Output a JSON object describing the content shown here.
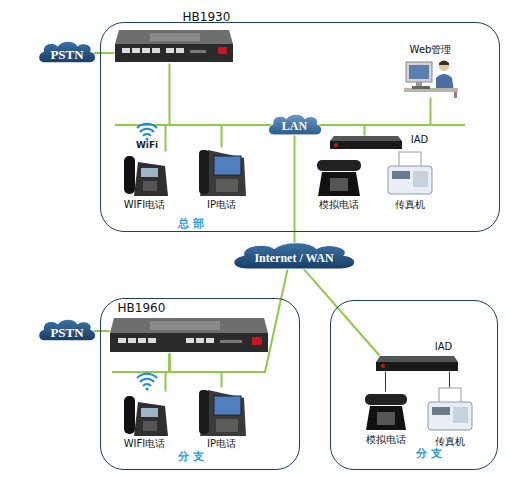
{
  "diagram": {
    "nodes": [
      {
        "text": [
          "总 部"
        ]
      },
      {
        "text": [
          "PSTN"
        ]
      },
      {
        "text": [
          "HB1930"
        ],
        "in": 0
      },
      {
        "text": [
          "Web管理"
        ],
        "in": 0
      },
      {
        "text": [
          "LAN"
        ],
        "in": 0
      },
      {
        "text": [
          "IAD"
        ],
        "in": 0
      },
      {
        "text": [
          "WIFI电话"
        ],
        "in": 0
      },
      {
        "text": [
          "IP电话"
        ],
        "in": 0
      },
      {
        "text": [
          "模拟电话"
        ],
        "in": 0
      },
      {
        "text": [
          "传真机"
        ],
        "in": 0
      },
      {
        "text": [
          "Internet / WAN"
        ]
      },
      {
        "text": [
          "分 支"
        ]
      },
      {
        "text": [
          "PSTN"
        ]
      },
      {
        "text": [
          "HB1960"
        ],
        "in": 11
      },
      {
        "text": [
          "WIFI电话"
        ],
        "in": 11
      },
      {
        "text": [
          "IP电话"
        ],
        "in": 11
      },
      {
        "text": [
          "分 支"
        ]
      },
      {
        "text": [
          "IAD"
        ],
        "in": 16
      },
      {
        "text": [
          "模拟电话"
        ],
        "in": 16
      },
      {
        "text": [
          "传真机"
        ],
        "in": 16
      }
    ],
    "edges": [
      {
        "from": 1,
        "to": 2,
        "arrow": "none"
      },
      {
        "from": 2,
        "to": 4,
        "arrow": "none"
      },
      {
        "from": 3,
        "to": 4,
        "arrow": "none"
      },
      {
        "from": 4,
        "to": 5,
        "arrow": "none"
      },
      {
        "from": 4,
        "to": 6,
        "arrow": "none"
      },
      {
        "from": 4,
        "to": 7,
        "arrow": "none"
      },
      {
        "from": 4,
        "to": 10,
        "arrow": "none"
      },
      {
        "from": 10,
        "to": 13,
        "arrow": "none"
      },
      {
        "from": 13,
        "to": 14,
        "arrow": "none"
      },
      {
        "from": 13,
        "to": 15,
        "arrow": "none"
      },
      {
        "from": 10,
        "to": 17,
        "arrow": "none"
      },
      {
        "from": 12,
        "to": 13,
        "arrow": "none"
      },
      {
        "from": 17,
        "to": 18,
        "arrow": "none"
      },
      {
        "from": 17,
        "to": 19,
        "arrow": "none"
      }
    ],
    "labels": [
      "WiFi"
    ]
  }
}
